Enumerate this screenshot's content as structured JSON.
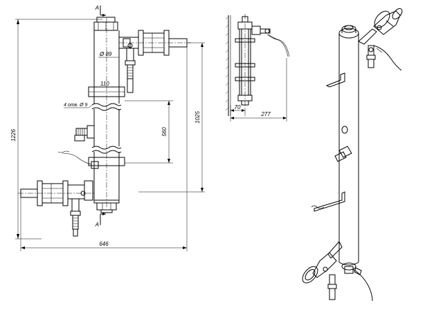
{
  "front_view": {
    "dimensions": {
      "overall_height": "1226",
      "connection_height": "1025",
      "mount_spacing": "560",
      "overall_width": "646",
      "body_width": "110",
      "diameter": "Ø 89",
      "holes": "4 отв. Ø 9"
    },
    "section_marks": {
      "top": "А",
      "bottom": "А"
    }
  },
  "side_view": {
    "dimensions": {
      "wall_offset": "70",
      "depth": "277"
    }
  }
}
